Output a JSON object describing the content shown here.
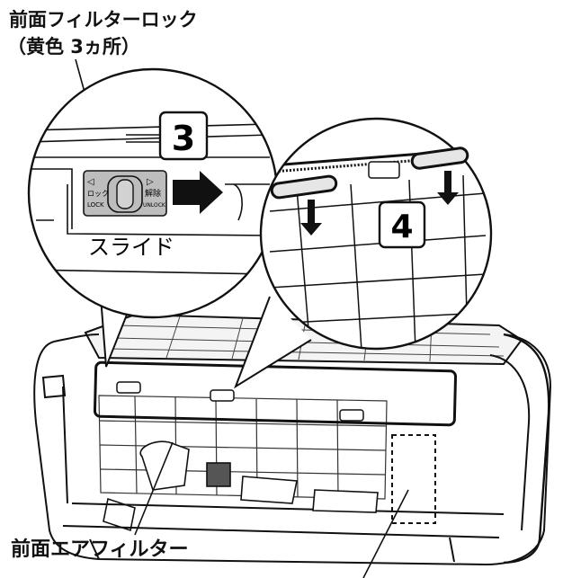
{
  "labels": {
    "lock_title": "前面フィルターロック",
    "lock_sub": "（黄色 3ヵ所）",
    "front_filter": "前面エアフィルター",
    "slide": "スライド"
  },
  "steps": {
    "step3": "3",
    "step4": "4"
  },
  "lock_switch": {
    "left_arrow": "◁",
    "left_jp": "ロック",
    "left_en": "LOCK",
    "right_arrow": "▷",
    "right_jp": "解除",
    "right_en": "UNLOCK"
  },
  "colors": {
    "line": "#111111",
    "fill_gray": "#bdbdbd",
    "fill_light": "#e6e6e6"
  },
  "icons": {
    "slide_arrow": "right-arrow-icon",
    "down_arrow": "down-arrow-icon"
  }
}
